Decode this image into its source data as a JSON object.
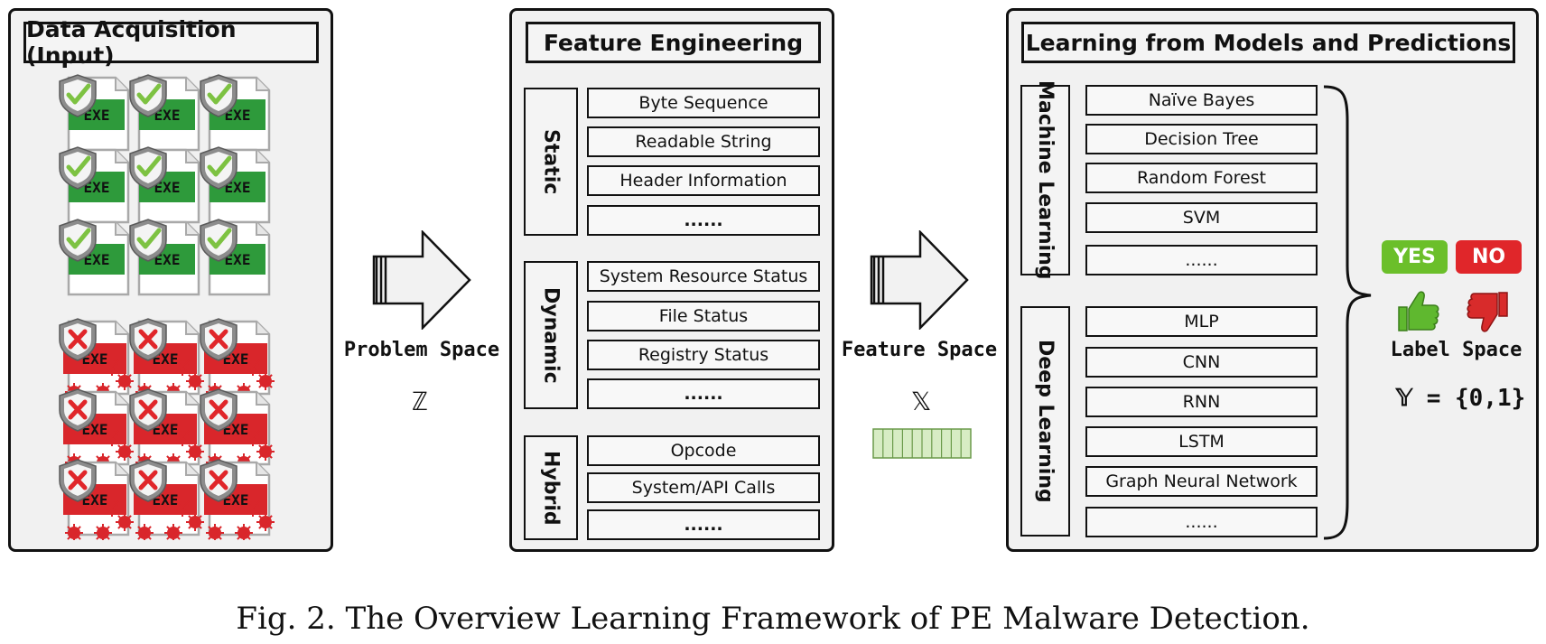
{
  "panels": {
    "input": {
      "title": "Data Acquisition (Input)",
      "file_label": "EXE"
    },
    "features": {
      "title": "Feature Engineering",
      "groups": [
        {
          "name": "Static",
          "items": [
            "Byte Sequence",
            "Readable String",
            "Header Information",
            "......"
          ]
        },
        {
          "name": "Dynamic",
          "items": [
            "System Resource Status",
            "File Status",
            "Registry Status",
            "......"
          ]
        },
        {
          "name": "Hybrid",
          "items": [
            "Opcode",
            "System/API Calls",
            "......"
          ]
        }
      ]
    },
    "models": {
      "title": "Learning from Models and Predictions",
      "groups": [
        {
          "name": "Machine Learning",
          "items": [
            "Naïve Bayes",
            "Decision Tree",
            "Random Forest",
            "SVM",
            "......"
          ]
        },
        {
          "name": "Deep Learning",
          "items": [
            "MLP",
            "CNN",
            "RNN",
            "LSTM",
            "Graph Neural Network",
            "......"
          ]
        }
      ]
    }
  },
  "arrows": {
    "problem": {
      "label": "Problem Space",
      "symbol": "ℤ"
    },
    "feature": {
      "label": "Feature Space",
      "symbol": "𝕏"
    }
  },
  "labels": {
    "yes": "YES",
    "no": "NO",
    "label_space": "Label Space",
    "formula": "𝕐 = {0,1}"
  },
  "caption": "Fig. 2.  The Overview Learning Framework of PE Malware Detection.",
  "colors": {
    "benign_green": "#2e9a3b",
    "malware_red": "#d9262b",
    "yes_green": "#6bbf2a",
    "no_red": "#e0262a",
    "thumb_green": "#5fb82f",
    "thumb_red": "#d82b2b",
    "vector_fill": "#d7ecc4"
  },
  "icons": [
    "file-icon",
    "shield-check-icon",
    "shield-x-icon",
    "virus-icon",
    "thumbs-up-icon",
    "thumbs-down-icon",
    "arrow-right-icon"
  ]
}
